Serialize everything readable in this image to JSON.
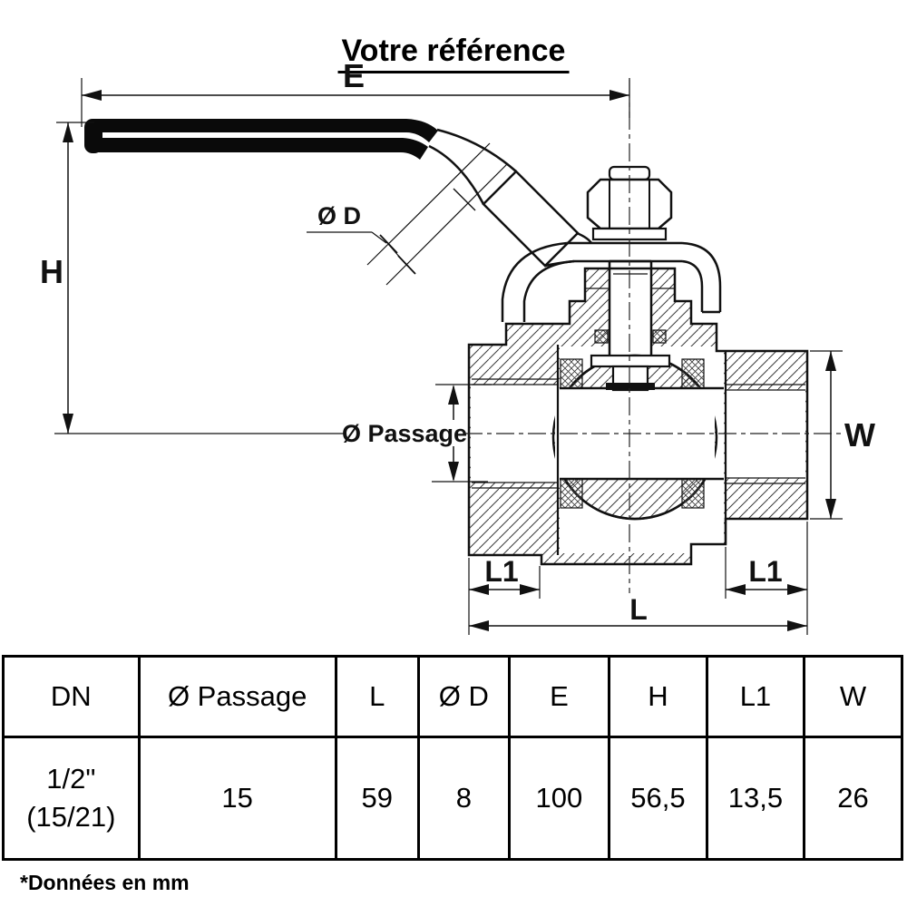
{
  "title": "Votre référence",
  "footnote": "*Données en mm",
  "diagram": {
    "labels": {
      "e": "E",
      "h": "H",
      "d": "Ø D",
      "passage": "Ø Passage",
      "w": "W",
      "l1_left": "L1",
      "l1_right": "L1",
      "l": "L"
    }
  },
  "table": {
    "headers": [
      "DN",
      "Ø Passage",
      "L",
      "Ø D",
      "E",
      "H",
      "L1",
      "W"
    ],
    "rows": [
      [
        "1/2\"\n(15/21)",
        "15",
        "59",
        "8",
        "100",
        "56,5",
        "13,5",
        "26"
      ]
    ]
  },
  "colors": {
    "ink": "#111111",
    "background": "#ffffff"
  }
}
